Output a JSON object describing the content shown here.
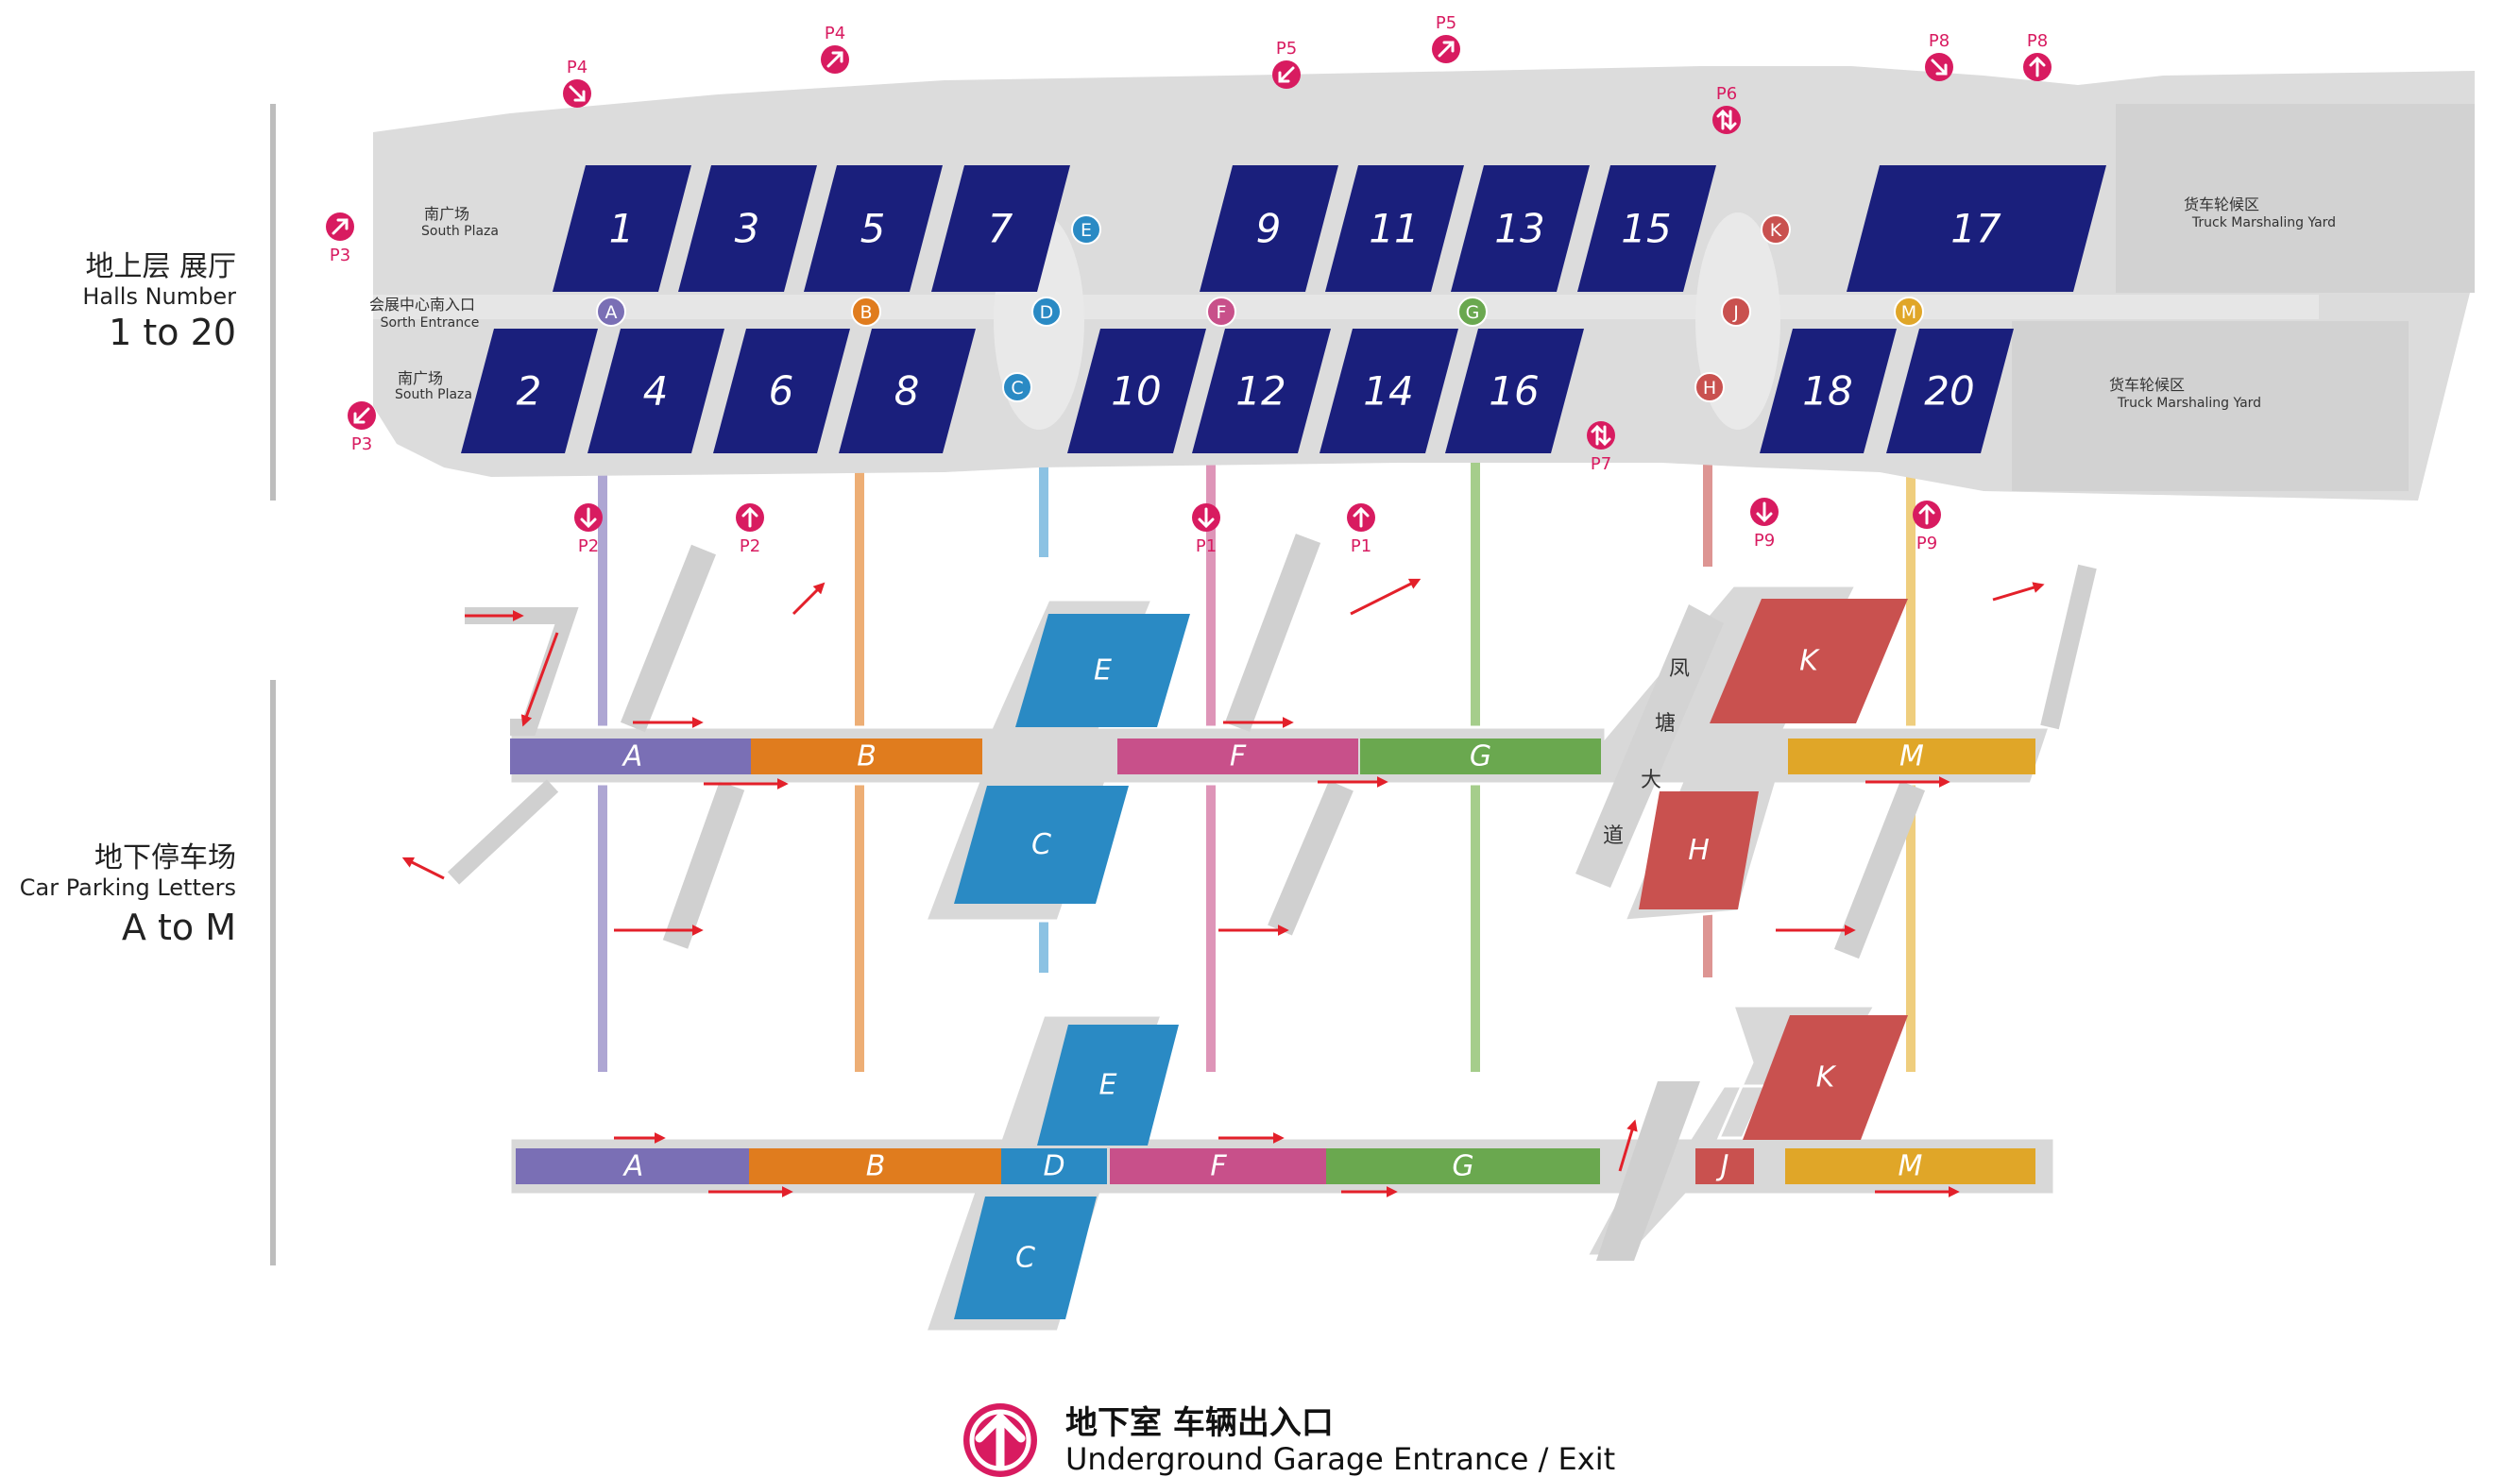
{
  "side_labels": {
    "above_ground": {
      "zh": "地上层 展厅",
      "en": "Halls Number",
      "range": "1 to 20"
    },
    "underground": {
      "zh": "地下停车场",
      "en": "Car Parking Letters",
      "range": "A to M"
    }
  },
  "halls": [
    "1",
    "2",
    "3",
    "4",
    "5",
    "6",
    "7",
    "8",
    "9",
    "10",
    "11",
    "12",
    "13",
    "14",
    "15",
    "16",
    "17",
    "18",
    "20"
  ],
  "hall_corridor_markers": [
    "A",
    "B",
    "C",
    "D",
    "E",
    "F",
    "G",
    "H",
    "J",
    "K",
    "M"
  ],
  "plaza_labels": [
    {
      "zh": "南广场",
      "en": "South Plaza"
    },
    {
      "zh": "会展中心南入口",
      "en": "Sorth Entrance"
    },
    {
      "zh": "南广场",
      "en": "South Plaza"
    }
  ],
  "yard_labels": [
    {
      "zh": "货车轮候区",
      "en": "Truck Marshaling Yard"
    },
    {
      "zh": "货车轮候区",
      "en": "Truck Marshaling Yard"
    }
  ],
  "parking_gates": [
    "P1",
    "P1",
    "P2",
    "P2",
    "P3",
    "P3",
    "P4",
    "P5",
    "P5",
    "P6",
    "P7",
    "P8",
    "P8",
    "P9",
    "P9"
  ],
  "level1_zones": [
    "A",
    "B",
    "C",
    "E",
    "F",
    "G",
    "H",
    "K",
    "M"
  ],
  "level2_zones": [
    "A",
    "B",
    "C",
    "D",
    "E",
    "F",
    "G",
    "J",
    "K",
    "M"
  ],
  "road_name": [
    "凤",
    "塘",
    "大",
    "道"
  ],
  "legend": {
    "zh": "地下室 车辆出入口",
    "en": "Underground Garage Entrance / Exit"
  },
  "colors": {
    "hall": "#1a1f7c",
    "A": "#7a6fb5",
    "B": "#e07c1e",
    "C": "#2a8ac4",
    "D": "#2a8ac4",
    "E": "#2a8ac4",
    "F": "#c8508a",
    "G": "#6aa84f",
    "H": "#c9514f",
    "J": "#c9514f",
    "K": "#c9514f",
    "M": "#e0a628",
    "gate": "#d81b60",
    "ground": "#d9d9d9"
  }
}
